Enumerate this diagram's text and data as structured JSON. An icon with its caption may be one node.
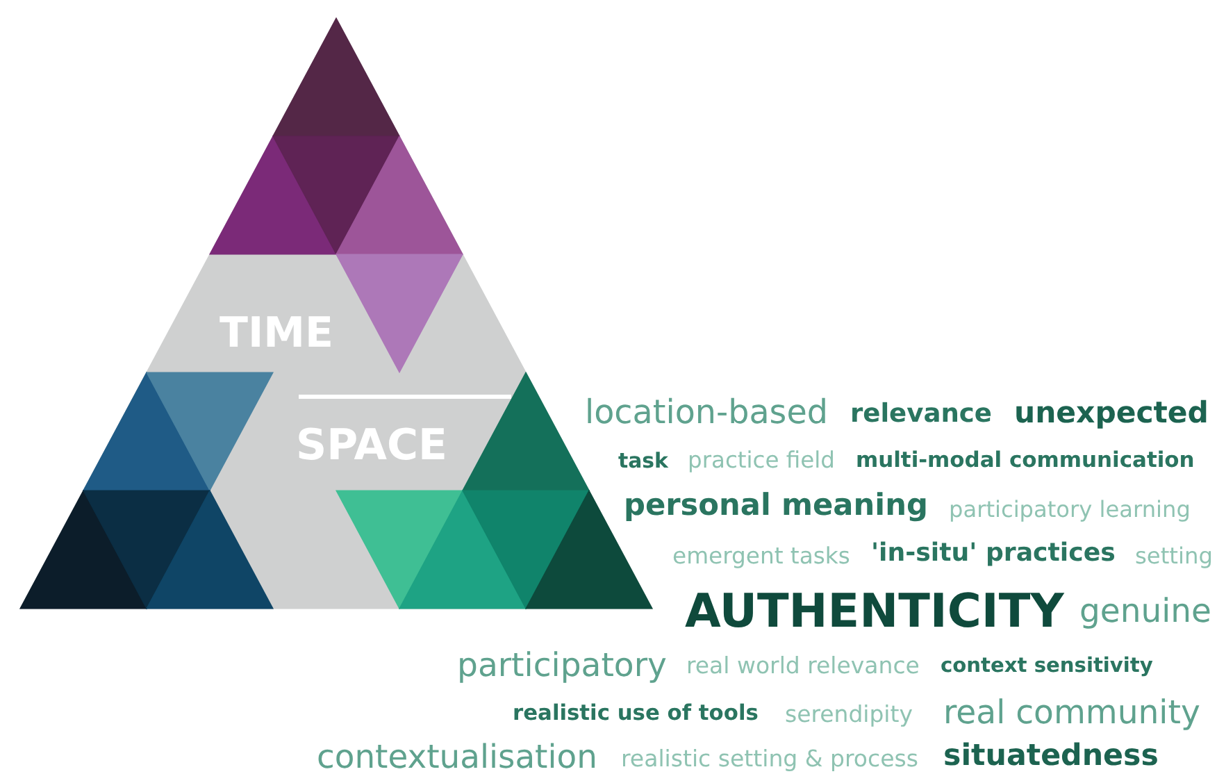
{
  "diagram": {
    "labels": [
      "TIME",
      "SPACE",
      "location-based",
      "relevance",
      "unexpected",
      "task",
      "practice field",
      "multi-modal communication",
      "personal meaning",
      "participatory learning",
      "emergent tasks",
      "'in-situ' practices",
      "setting",
      "AUTHENTICITY",
      "genuine",
      "participatory",
      "real world relevance",
      "context sensitivity",
      "realistic use of tools",
      "serendipity",
      "real community",
      "contextualisation",
      "realistic setting & process",
      "situatedness"
    ]
  }
}
